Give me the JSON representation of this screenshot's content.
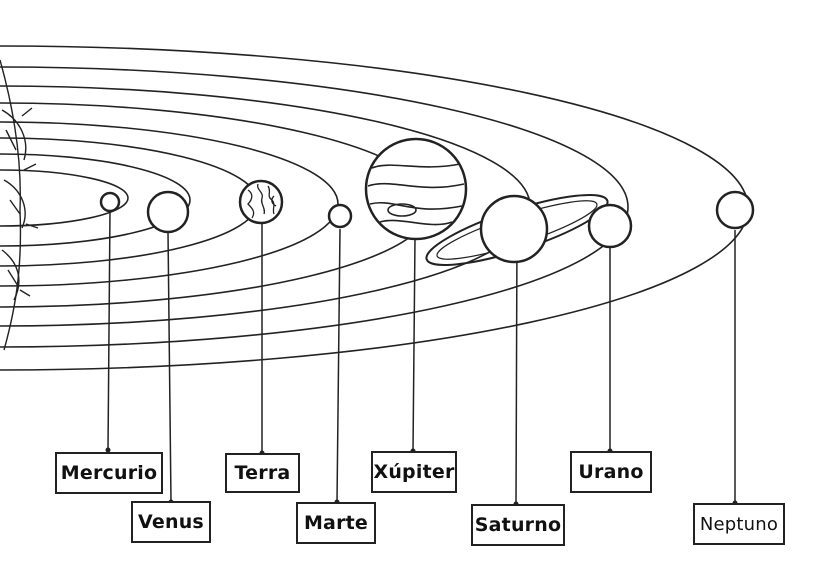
{
  "planets": [
    {
      "name": "Mercurio"
    },
    {
      "name": "Venus"
    },
    {
      "name": "Terra"
    },
    {
      "name": "Marte"
    },
    {
      "name": "Xúpiter"
    },
    {
      "name": "Saturno"
    },
    {
      "name": "Urano"
    },
    {
      "name": "Neptuno"
    }
  ],
  "colors": {
    "ink": "#222222",
    "paper": "#ffffff"
  }
}
